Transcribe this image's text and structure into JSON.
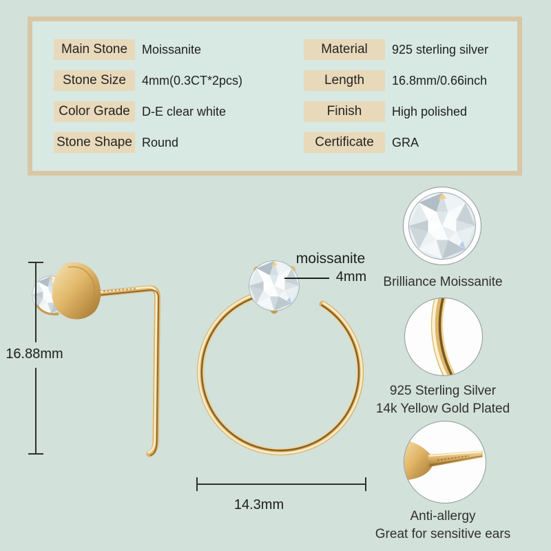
{
  "colors": {
    "background": "#d2e1da",
    "panel_background": "#d8e8e2",
    "panel_border": "#d8c7a6",
    "label_background": "#e8d9ba",
    "text": "#1f1f1f",
    "gold": "#ddb269",
    "dimension_line": "#2f2f2f"
  },
  "spec_table": {
    "left_rows": [
      {
        "label": "Main Stone",
        "value": "Moissanite"
      },
      {
        "label": "Stone Size",
        "value": "4mm(0.3CT*2pcs)"
      },
      {
        "label": "Color Grade",
        "value": "D-E clear white"
      },
      {
        "label": "Stone Shape",
        "value": "Round"
      }
    ],
    "right_rows": [
      {
        "label": "Material",
        "value": "925 sterling silver"
      },
      {
        "label": "Length",
        "value": "16.8mm/0.66inch"
      },
      {
        "label": "Finish",
        "value": "High polished"
      },
      {
        "label": "Certificate",
        "value": "GRA"
      }
    ]
  },
  "diagram": {
    "height_dimension": "16.88mm",
    "width_dimension": "14.3mm",
    "stone_label": "moissanite",
    "stone_size": "4mm"
  },
  "features": [
    {
      "icon": "moissanite-gem",
      "lines": [
        "Brilliance Moissanite"
      ]
    },
    {
      "icon": "gold-wire",
      "lines": [
        "925 Sterling Silver",
        "14k Yellow Gold Plated"
      ]
    },
    {
      "icon": "earring-post",
      "lines": [
        "Anti-allergy",
        "Great for sensitive ears"
      ]
    }
  ]
}
